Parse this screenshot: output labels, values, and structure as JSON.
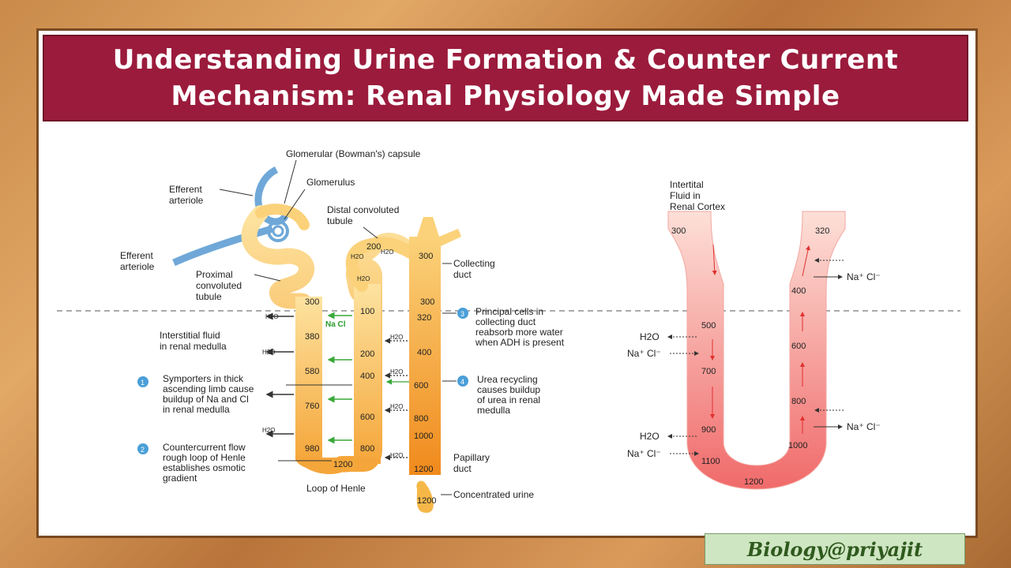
{
  "title": {
    "line1": "Understanding Urine Formation & Counter Current",
    "line2": "Mechanism: Renal Physiology Made Simple"
  },
  "watermark": "Biology@priyajit",
  "nephron": {
    "labels": {
      "bowman": "Glomerular (Bowman's) capsule",
      "glomerulus": "Glomerulus",
      "efferent1a": "Efferent",
      "efferent1b": "arteriole",
      "efferent2a": "Efferent",
      "efferent2b": "arteriole",
      "dct1": "Distal convoluted",
      "dct2": "tubule",
      "pct1": "Proximal",
      "pct2": "convoluted",
      "pct3": "tubule",
      "cd1": "Collecting",
      "cd2": "duct",
      "interstitial1": "Interstitial fluid",
      "interstitial2": "in renal medulla",
      "loop": "Loop of Henle",
      "papillary1": "Papillary",
      "papillary2": "duct",
      "urine": "Concentrated urine",
      "nacl": "Na Cl",
      "h2o": "H2O"
    },
    "notes": [
      {
        "num": "1",
        "lines": [
          "Symporters in thick",
          "ascending limb cause",
          "buildup of Na and Cl",
          "in renal medulla"
        ]
      },
      {
        "num": "2",
        "lines": [
          "Countercurrent flow",
          "rough loop of Henle",
          "establishes osmotic",
          "gradient"
        ]
      },
      {
        "num": "3",
        "lines": [
          "Principal cells in",
          "collecting duct",
          "reabsorb more water",
          "when ADH is present"
        ]
      },
      {
        "num": "4",
        "lines": [
          "Urea recycling",
          "causes buildup",
          "of urea in renal",
          "medulla"
        ]
      }
    ],
    "desc_values": [
      "300",
      "380",
      "580",
      "760",
      "980"
    ],
    "asc_values": [
      "200",
      "100",
      "200",
      "400",
      "600",
      "800"
    ],
    "cd_values": [
      "300",
      "300",
      "320",
      "400",
      "600",
      "800",
      "1000",
      "1200"
    ],
    "bottom_value": "1200",
    "urine_value": "1200"
  },
  "loop_diagram": {
    "heading": [
      "Intertital",
      "Fluid in",
      "Renal Cortex"
    ],
    "desc_values": [
      "300",
      "500",
      "700",
      "900",
      "1100"
    ],
    "asc_values": [
      "320",
      "400",
      "600",
      "800",
      "1000"
    ],
    "bottom_value": "1200",
    "h2o": "H2O",
    "nacl": "Na⁺ Cl⁻"
  }
}
